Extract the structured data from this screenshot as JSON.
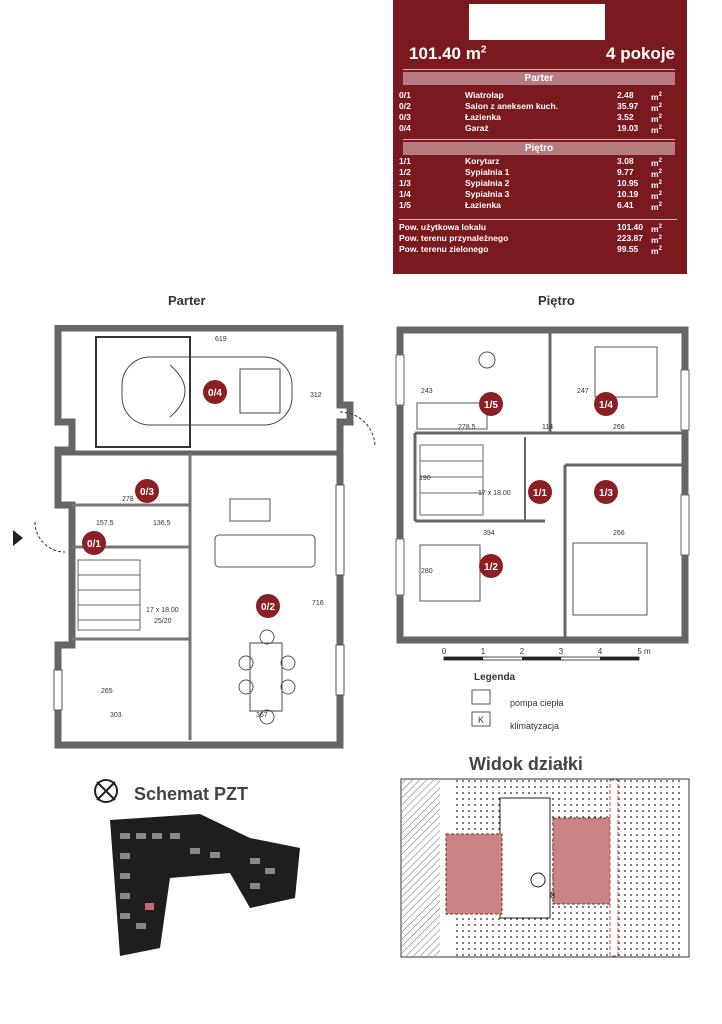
{
  "summary": {
    "area": "101.40 m",
    "area_sup": "2",
    "rooms": "4 pokoje"
  },
  "sections": {
    "parter": "Parter",
    "pietro": "Piętro"
  },
  "rooms_parter": [
    {
      "no": "0/1",
      "name": "Wiatrołap",
      "area": "2.48",
      "unit": "m"
    },
    {
      "no": "0/2",
      "name": "Salon z aneksem kuch.",
      "area": "35.97",
      "unit": "m"
    },
    {
      "no": "0/3",
      "name": "Łazienka",
      "area": "3.52",
      "unit": "m"
    },
    {
      "no": "0/4",
      "name": "Garaż",
      "area": "19.03",
      "unit": "m"
    }
  ],
  "rooms_pietro": [
    {
      "no": "1/1",
      "name": "Korytarz",
      "area": "3.08",
      "unit": "m"
    },
    {
      "no": "1/2",
      "name": "Sypialnia 1",
      "area": "9.77",
      "unit": "m"
    },
    {
      "no": "1/3",
      "name": "Sypialnia 2",
      "area": "10.95",
      "unit": "m"
    },
    {
      "no": "1/4",
      "name": "Sypialnia 3",
      "area": "10.19",
      "unit": "m"
    },
    {
      "no": "1/5",
      "name": "Łazienka",
      "area": "6.41",
      "unit": "m"
    }
  ],
  "totals": [
    {
      "name": "Pow. użytkowa lokalu",
      "area": "101.40",
      "unit": "m"
    },
    {
      "name": "Pow. terenu przynależnego",
      "area": "223.87",
      "unit": "m"
    },
    {
      "name": "Pow. terenu zielonego",
      "area": "99.55",
      "unit": "m"
    }
  ],
  "plan_titles": {
    "parter": "Parter",
    "pietro": "Piętro"
  },
  "parter_labels": {
    "r04": "0/4",
    "r03": "0/3",
    "r01": "0/1",
    "r02": "0/2"
  },
  "parter_dims": {
    "d619": "619",
    "d312": "312",
    "d278": "278",
    "d1575": "157.5",
    "d1365": "136.5",
    "d716": "716",
    "d265": "265",
    "d303": "303",
    "d367": "367",
    "stairs": "17 x 18.00",
    "stairs2": "25/20"
  },
  "pietro_labels": {
    "r15": "1/5",
    "r14": "1/4",
    "r11": "1/1",
    "r13": "1/3",
    "r12": "1/2"
  },
  "pietro_dims": {
    "d243": "243",
    "d247": "247",
    "d2785": "278.5",
    "d114": "114",
    "d266a": "266",
    "d190": "190",
    "d1718": "17 x 18.00",
    "d394": "394",
    "d266b": "266",
    "d280": "280"
  },
  "scale": {
    "ticks": [
      "0",
      "1",
      "2",
      "3",
      "4",
      "5 m"
    ]
  },
  "legend": {
    "title": "Legenda",
    "pompa": "pompa ciepła",
    "klima_mark": "K",
    "klima": "klimatyzacja"
  },
  "pzt": {
    "title": "Schemat PZT"
  },
  "widok": {
    "title": "Widok działki",
    "num": "8"
  },
  "colors": {
    "brand": "#7a1a1e",
    "room_badge": "#8b1f24",
    "plot_highlight": "#c98585"
  }
}
